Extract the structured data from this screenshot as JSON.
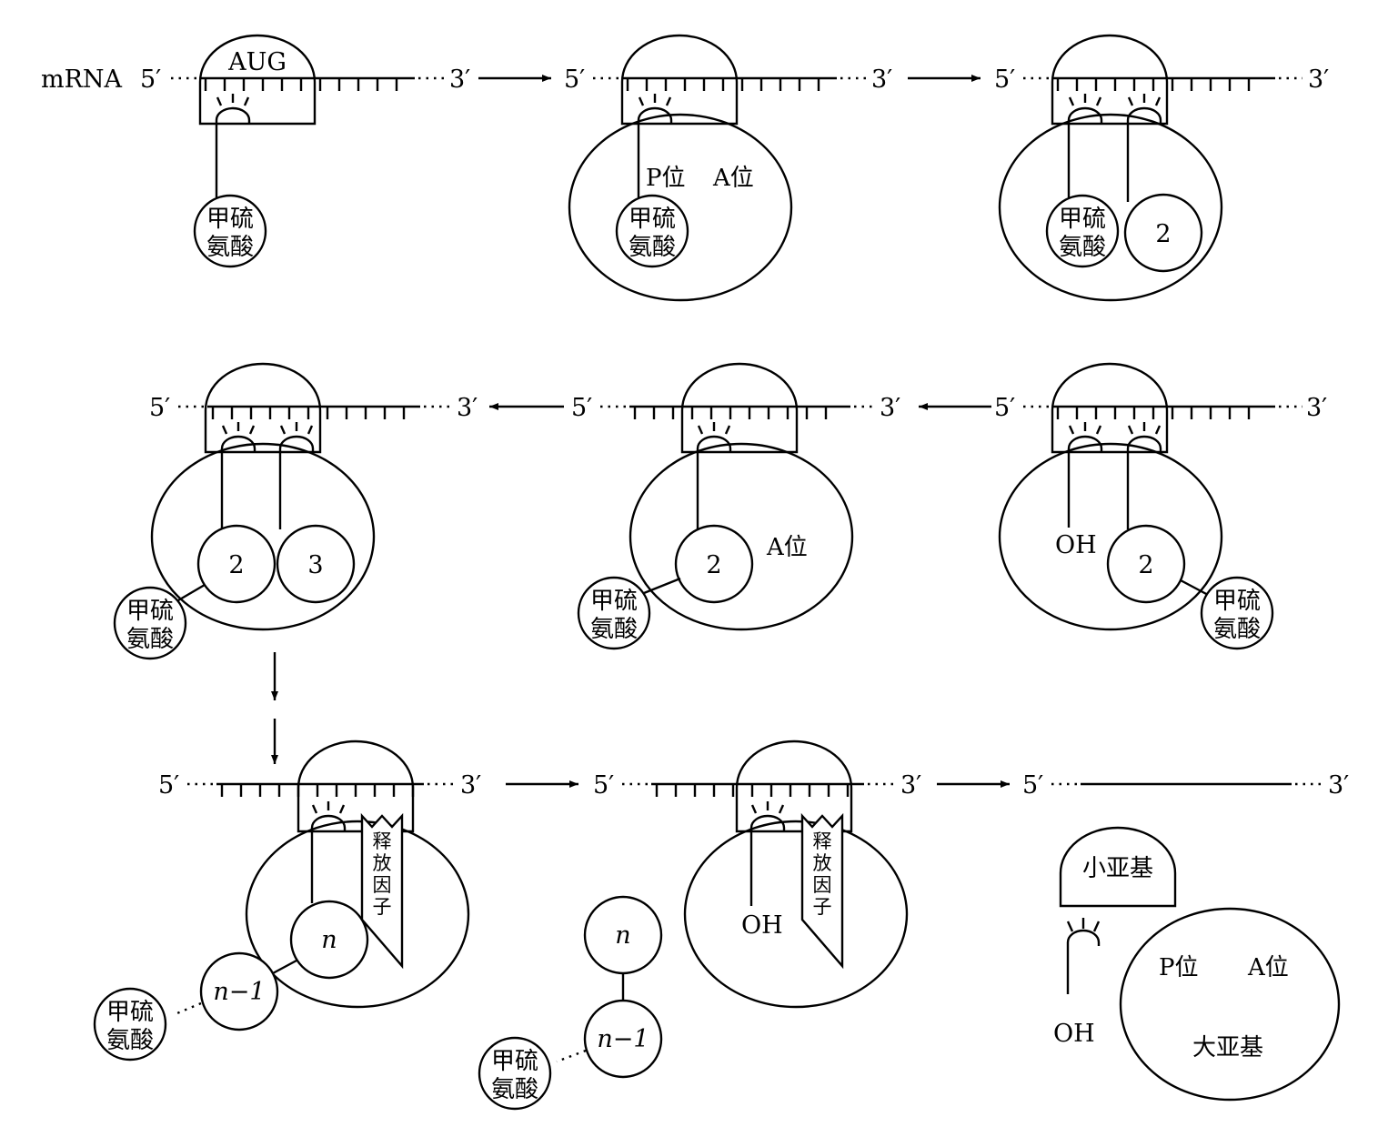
{
  "labels": {
    "mrna": "mRNA",
    "five_prime": "5′",
    "three_prime": "3′",
    "aug": "AUG",
    "p_site": "P位",
    "a_site": "A位",
    "met_line1": "甲硫",
    "met_line2": "氨酸",
    "aa2": "2",
    "aa3": "3",
    "aa_n": "n",
    "aa_n_minus_1": "n−1",
    "oh": "OH",
    "release_factor": [
      "释",
      "放",
      "因",
      "子"
    ],
    "small_subunit": "小亚基",
    "large_subunit": "大亚基"
  }
}
